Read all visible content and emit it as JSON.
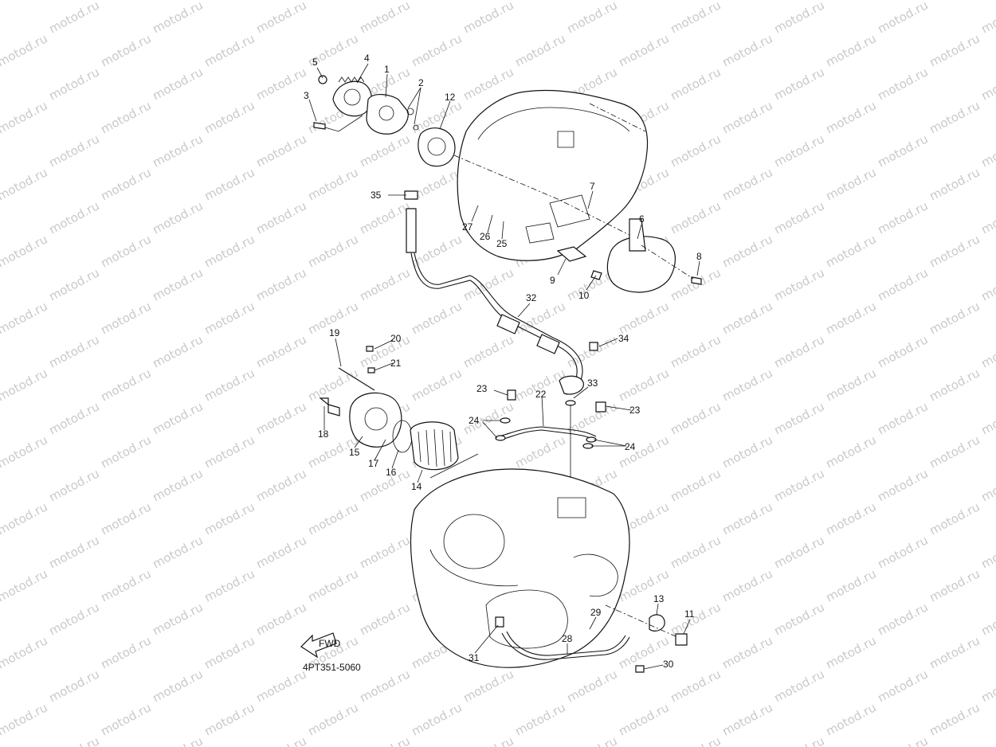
{
  "watermark": "motod.ru",
  "diagram_code": "4PT351-5060",
  "fwd_label": "FWD",
  "callouts": [
    "1",
    "2",
    "3",
    "4",
    "5",
    "6",
    "7",
    "8",
    "9",
    "10",
    "11",
    "12",
    "13",
    "14",
    "15",
    "16",
    "17",
    "18",
    "19",
    "20",
    "21",
    "22",
    "23",
    "23",
    "24",
    "24",
    "25",
    "26",
    "27",
    "28",
    "29",
    "30",
    "31",
    "32",
    "33",
    "34",
    "35"
  ]
}
